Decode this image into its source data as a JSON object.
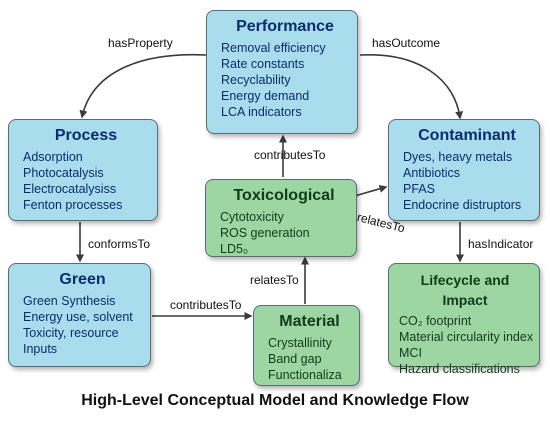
{
  "nodes": {
    "performance": {
      "title": "Performance",
      "items": [
        "Removal efficiency",
        "Rate constants",
        "Recyclability",
        "Energy demand",
        "LCA indicators"
      ]
    },
    "process": {
      "title": "Process",
      "items": [
        "Adsorption",
        "Photocatalysis",
        "Electrocatalysiss",
        "Fenton processes"
      ]
    },
    "contaminant": {
      "title": "Contaminant",
      "items": [
        "Dyes, heavy metals",
        "Antibiotics",
        "PFAS",
        "Endocrine distruptors"
      ]
    },
    "toxicological": {
      "title": "Toxicological",
      "items": [
        "Cytotoxicity",
        "ROS generation",
        "LD5₀"
      ]
    },
    "green": {
      "title": "Green",
      "items": [
        "Green Synthesis",
        "Energy use, solvent",
        "Toxicity, resource",
        "Inputs"
      ]
    },
    "material": {
      "title": "Material",
      "items": [
        "Crystallinity",
        "Band gap",
        "Functionaliza"
      ]
    },
    "lifecycle": {
      "title": "Lifecycle and Impact",
      "items": [
        "CO₂ footprint",
        "Material circularity index",
        "MCI",
        "Hazard classifications"
      ]
    }
  },
  "edges": {
    "has_property": "hasProperty",
    "has_outcome": "hasOutcome",
    "contributes_to_top": "contributesTo",
    "relates_to_right": "relatesTo",
    "conforms_to": "conformsTo",
    "has_indicator": "hasIndicator",
    "relates_to_bottom": "relatesTo",
    "contributes_to_bottom": "contributesTo"
  },
  "caption": "High-Level Conceptual Model and Knowledge Flow",
  "colors": {
    "blue_fill": "#a9dced",
    "green_fill": "#9dd6a3",
    "title_text": "#0d2c6b",
    "arrow": "#3b3b3b"
  }
}
